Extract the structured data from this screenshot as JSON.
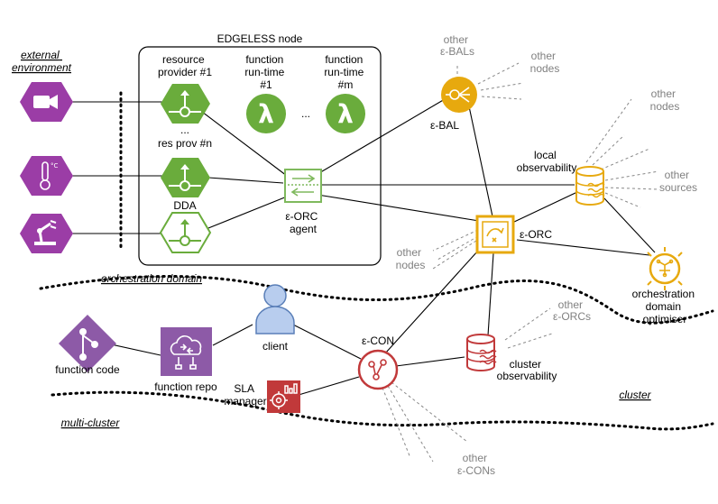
{
  "labels": {
    "node_title": "EDGELESS node",
    "external_environment": [
      "external",
      "environment"
    ],
    "resource_provider_1": [
      "resource",
      "provider #1"
    ],
    "function_runtime_1": [
      "function",
      "run-time",
      "#1"
    ],
    "function_runtime_m": [
      "function",
      "run-time",
      "#m"
    ],
    "ellipsis_runtimes": "...",
    "ellipsis_providers": "...",
    "res_prov_n": "res prov #n",
    "dda": "DDA",
    "orc_agent": [
      "ε-ORC",
      "agent"
    ],
    "other_bals": [
      "other",
      "ε-BALs"
    ],
    "bal_other_nodes": [
      "other",
      "nodes"
    ],
    "bal": "ε-BAL",
    "local_observability": [
      "local",
      "observability"
    ],
    "obs_other_nodes": [
      "other",
      "nodes"
    ],
    "obs_other_sources": [
      "other",
      "sources"
    ],
    "orc": "ε-ORC",
    "orc_other_nodes": [
      "other",
      "nodes"
    ],
    "orchestration_domain": "orchestration domain",
    "optimiser": [
      "orchestration",
      "domain",
      "optimiser"
    ],
    "function_code": "function code",
    "function_repo": "function repo",
    "client": "client",
    "con": "ε-CON",
    "other_orcs": [
      "other",
      "ε-ORCs"
    ],
    "cluster_observability": [
      "cluster",
      "observability"
    ],
    "sla_manager": [
      "SLA",
      "manager"
    ],
    "cluster": "cluster",
    "multi_cluster": "multi-cluster",
    "other_cons": [
      "other",
      "ε-CONs"
    ]
  },
  "colors": {
    "purple": "#9b3da6",
    "green": "#6aac3c",
    "green_light": "#7fb95d",
    "gold": "#e7a90e",
    "red": "#c1393a",
    "blue": "#b8cdee",
    "blue_stroke": "#5a7fb8",
    "violet": "#8d5aa7"
  },
  "icons": [
    "video-camera-icon",
    "thermometer-icon",
    "robot-arm-icon",
    "git-icon",
    "cloud-repo-icon",
    "user-icon",
    "lambda-icon",
    "actuator-icon",
    "bal-icon",
    "orc-icon",
    "database-icon",
    "con-icon",
    "sla-icon",
    "brain-icon"
  ]
}
